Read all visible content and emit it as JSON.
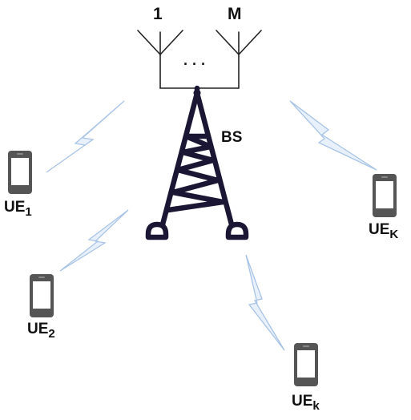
{
  "antenna_labels": {
    "first": "1",
    "last": "M",
    "dots": "· · ·"
  },
  "base_station_label": "BS",
  "users": [
    {
      "base": "UE",
      "sub": "1"
    },
    {
      "base": "UE",
      "sub": "2"
    },
    {
      "base": "UE",
      "sub": "k"
    },
    {
      "base": "UE",
      "sub": "K"
    }
  ],
  "colors": {
    "tower": "#1a1633",
    "phone": "#555555",
    "link": "#a9c4e6",
    "antenna": "#222222"
  }
}
